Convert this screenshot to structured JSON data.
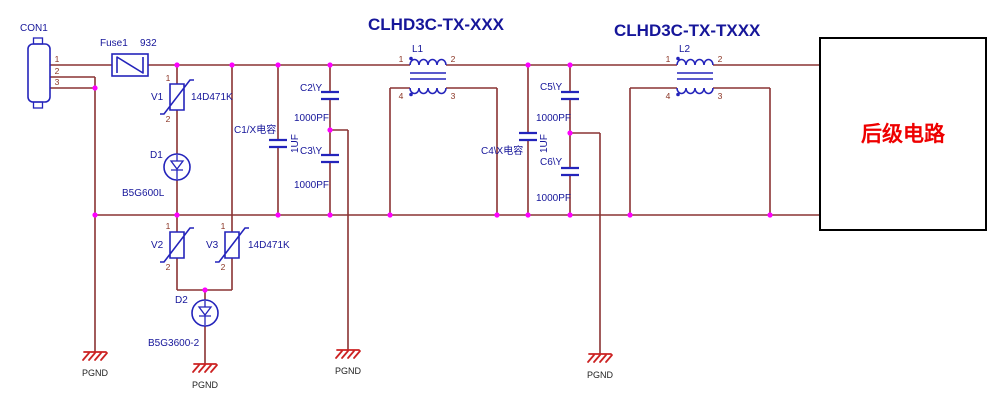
{
  "titles": {
    "stage1": "CLHD3C-TX-XXX",
    "stage2": "CLHD3C-TX-TXXX"
  },
  "connector": {
    "ref": "CON1",
    "pin1": "1",
    "pin2": "2",
    "pin3": "3"
  },
  "fuse": {
    "ref": "Fuse1",
    "value": "932"
  },
  "varistors": {
    "v1": {
      "ref": "V1",
      "value": "14D471K",
      "pin_top": "1",
      "pin_bottom": "2"
    },
    "v2": {
      "ref": "V2",
      "pin_top": "1",
      "pin_bottom": "2"
    },
    "v3": {
      "ref": "V3",
      "value": "14D471K",
      "pin_top": "1",
      "pin_bottom": "2"
    }
  },
  "discharge_tubes": {
    "d1": {
      "ref": "D1",
      "value": "B5G600L"
    },
    "d2": {
      "ref": "D2",
      "value": "B5G3600-2"
    }
  },
  "capacitors": {
    "c1": {
      "ref": "C1/X电容",
      "value": "1UF"
    },
    "c2": {
      "ref": "C2\\Y",
      "value": "1000PF"
    },
    "c3": {
      "ref": "C3\\Y",
      "value": "1000PF"
    },
    "c4": {
      "ref": "C4\\X电容",
      "value": "1UF"
    },
    "c5": {
      "ref": "C5\\Y",
      "value": "1000PF"
    },
    "c6": {
      "ref": "C6\\Y",
      "value": "1000PF"
    }
  },
  "chokes": {
    "l1": {
      "ref": "L1",
      "pin1": "1",
      "pin2": "2",
      "pin3": "3",
      "pin4": "4"
    },
    "l2": {
      "ref": "L2",
      "pin1": "1",
      "pin2": "2",
      "pin3": "3",
      "pin4": "4"
    }
  },
  "ground_label": "PGND",
  "load_box": {
    "label": "后级电路"
  },
  "colors": {
    "wire": "#8a3333",
    "symbol": "#2424bb",
    "junction": "#ff00ff",
    "ground": "#cc2222",
    "label": "#16169a",
    "load_text": "#ee0000"
  }
}
